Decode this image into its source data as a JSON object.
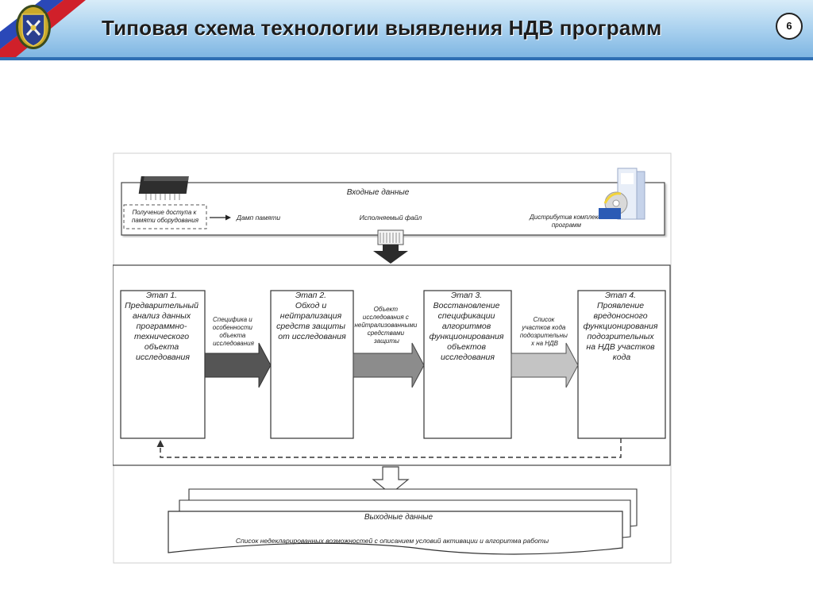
{
  "slide": {
    "title": "Типовая схема технологии выявления НДВ программ",
    "page_number": "6"
  },
  "diagram": {
    "input": {
      "title": "Входные данные",
      "access_lines": [
        "Получение доступа к",
        "памяти оборудования"
      ],
      "memory_dump": "Дамп памяти",
      "executable": "Исполняемый файл",
      "distrib_lines": [
        "Дистрибутив комплекса",
        "программ"
      ]
    },
    "stages": [
      {
        "lines": [
          "Этап 1.",
          "Предварительный",
          "анализ данных",
          "программно-",
          "технического",
          "объекта",
          "исследования"
        ]
      },
      {
        "lines": [
          "Этап 2.",
          "Обход и",
          "нейтрализация",
          "средств защиты",
          "от исследования"
        ]
      },
      {
        "lines": [
          "Этап 3.",
          "Восстановление",
          "спецификации",
          "алгоритмов",
          "функционирования",
          "объектов",
          "исследования"
        ]
      },
      {
        "lines": [
          "Этап 4.",
          "Проявление",
          "вредоносного",
          "функционирования",
          "подозрительных",
          "на НДВ участков",
          "кода"
        ]
      }
    ],
    "arrows": [
      {
        "lines": [
          "Специфика и",
          "особенности",
          "объекта",
          "исследования"
        ]
      },
      {
        "lines": [
          "Объект",
          "исследования с",
          "нейтрализованными",
          "средствами",
          "защиты"
        ]
      },
      {
        "lines": [
          "Список",
          "участков кода",
          "подозрительны",
          "х на НДВ"
        ]
      }
    ],
    "output": {
      "title": "Выходные данные",
      "description": "Список недекларированных возможностей с описанием условий активации и алгоритма работы"
    }
  }
}
